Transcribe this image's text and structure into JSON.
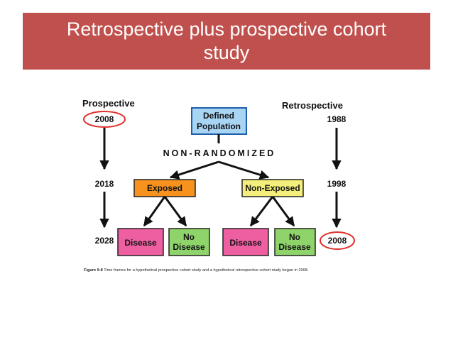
{
  "title": "Retrospective plus prospective cohort study",
  "figure": {
    "left_axis": {
      "header": "Prospective",
      "years": [
        "2008",
        "2018",
        "2028"
      ],
      "highlighted": "2008"
    },
    "right_axis": {
      "header": "Retrospective",
      "years": [
        "1988",
        "1998",
        "2008"
      ],
      "highlighted": "2008"
    },
    "root_line1": "Defined",
    "root_line2": "Population",
    "method": "NON-RANDOMIZED",
    "exposed": "Exposed",
    "non_exposed": "Non-Exposed",
    "disease": "Disease",
    "no_disease_line1": "No",
    "no_disease_line2": "Disease",
    "caption_label": "Figure 9-8",
    "caption_text": "Time frames for a hypothetical prospective cohort study and a hypothetical retrospective cohort study begun in 2008.",
    "colors": {
      "title_bar": "#c0504d",
      "root_fill": "#a9d5f5",
      "root_stroke": "#1f5fa8",
      "exposed_fill": "#f7921e",
      "non_exposed_fill": "#f4ef7a",
      "disease_fill": "#ee5fa2",
      "no_disease_fill": "#8fd36b",
      "highlight_ring": "#e0312c"
    }
  }
}
